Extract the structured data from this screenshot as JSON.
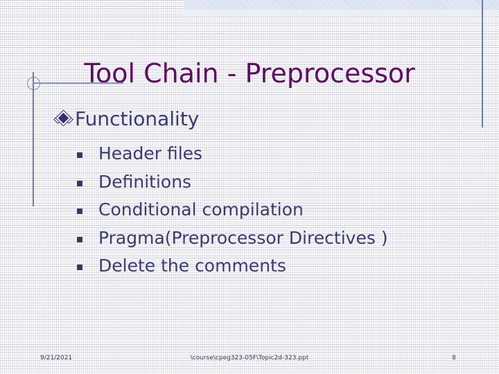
{
  "slide": {
    "title": "Tool Chain - Preprocessor",
    "page_number": "8",
    "colors": {
      "title": "#5e0b5e",
      "body_text": "#3b3b6e",
      "bullet_diamond": "#3c2a7a",
      "bullet_square": "#353565",
      "accent_rule": "#6b7aa1",
      "top_band": "#c5d2ea",
      "grid": "#9696af",
      "background": "#ffffff"
    },
    "body": {
      "level1": [
        {
          "bullet_icon": "diamond-bullet-icon",
          "text": "Functionality",
          "level2": [
            {
              "bullet_icon": "square-bullet-icon",
              "text": "Header files"
            },
            {
              "bullet_icon": "square-bullet-icon",
              "text": "Definitions"
            },
            {
              "bullet_icon": "square-bullet-icon",
              "text": "Conditional compilation"
            },
            {
              "bullet_icon": "square-bullet-icon",
              "text": "Pragma(Preprocessor Directives )"
            },
            {
              "bullet_icon": "square-bullet-icon",
              "text": "Delete the comments"
            }
          ]
        }
      ]
    },
    "footer": {
      "date": "9/21/2021",
      "file_path": "\\course\\cpeg323-05F\\Topic2d-323.ppt",
      "page_number": "8"
    },
    "decoration": {
      "circle_icon": "circle-outline-icon",
      "horizontal_rule_icon": "horizontal-rule-icon",
      "vertical_rule_icon": "vertical-rule-icon",
      "right_vertical_rule_icon": "vertical-accent-rule-icon",
      "top_band_icon": "hatched-band-icon"
    }
  }
}
